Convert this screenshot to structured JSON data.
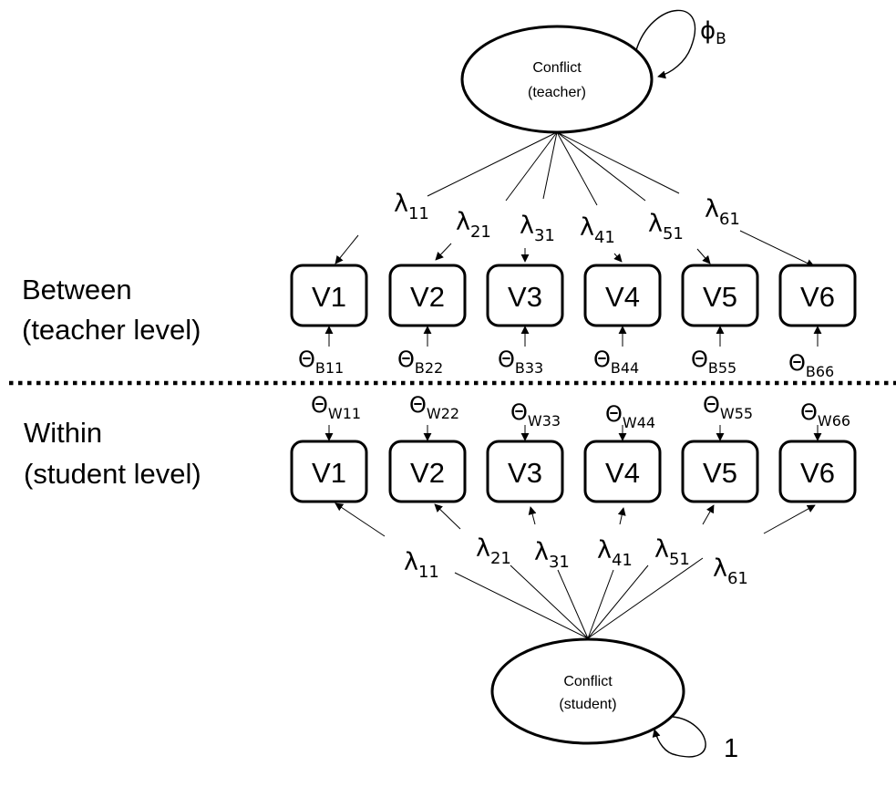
{
  "between": {
    "label_line1": "Between",
    "label_line2": "(teacher level)",
    "factor": {
      "line1": "Conflict",
      "line2": "(teacher)"
    },
    "factor_variance": {
      "symbol": "ϕ",
      "subscript": "B"
    },
    "indicators": [
      {
        "label": "V1",
        "loading": "11",
        "residual": "B11"
      },
      {
        "label": "V2",
        "loading": "21",
        "residual": "B22"
      },
      {
        "label": "V3",
        "loading": "31",
        "residual": "B33"
      },
      {
        "label": "V4",
        "loading": "41",
        "residual": "B44"
      },
      {
        "label": "V5",
        "loading": "51",
        "residual": "B55"
      },
      {
        "label": "V6",
        "loading": "61",
        "residual": "B66"
      }
    ]
  },
  "within": {
    "label_line1": "Within",
    "label_line2": "(student level)",
    "factor": {
      "line1": "Conflict",
      "line2": "(student)"
    },
    "factor_variance": {
      "value": "1"
    },
    "indicators": [
      {
        "label": "V1",
        "loading": "11",
        "residual": "W11"
      },
      {
        "label": "V2",
        "loading": "21",
        "residual": "W22"
      },
      {
        "label": "V3",
        "loading": "31",
        "residual": "W33"
      },
      {
        "label": "V4",
        "loading": "41",
        "residual": "W44"
      },
      {
        "label": "V5",
        "loading": "51",
        "residual": "W55"
      },
      {
        "label": "V6",
        "loading": "61",
        "residual": "W66"
      }
    ]
  },
  "symbols": {
    "lambda": "λ",
    "theta": "Θ"
  },
  "colors": {
    "stroke": "#000000",
    "background": "#ffffff"
  }
}
